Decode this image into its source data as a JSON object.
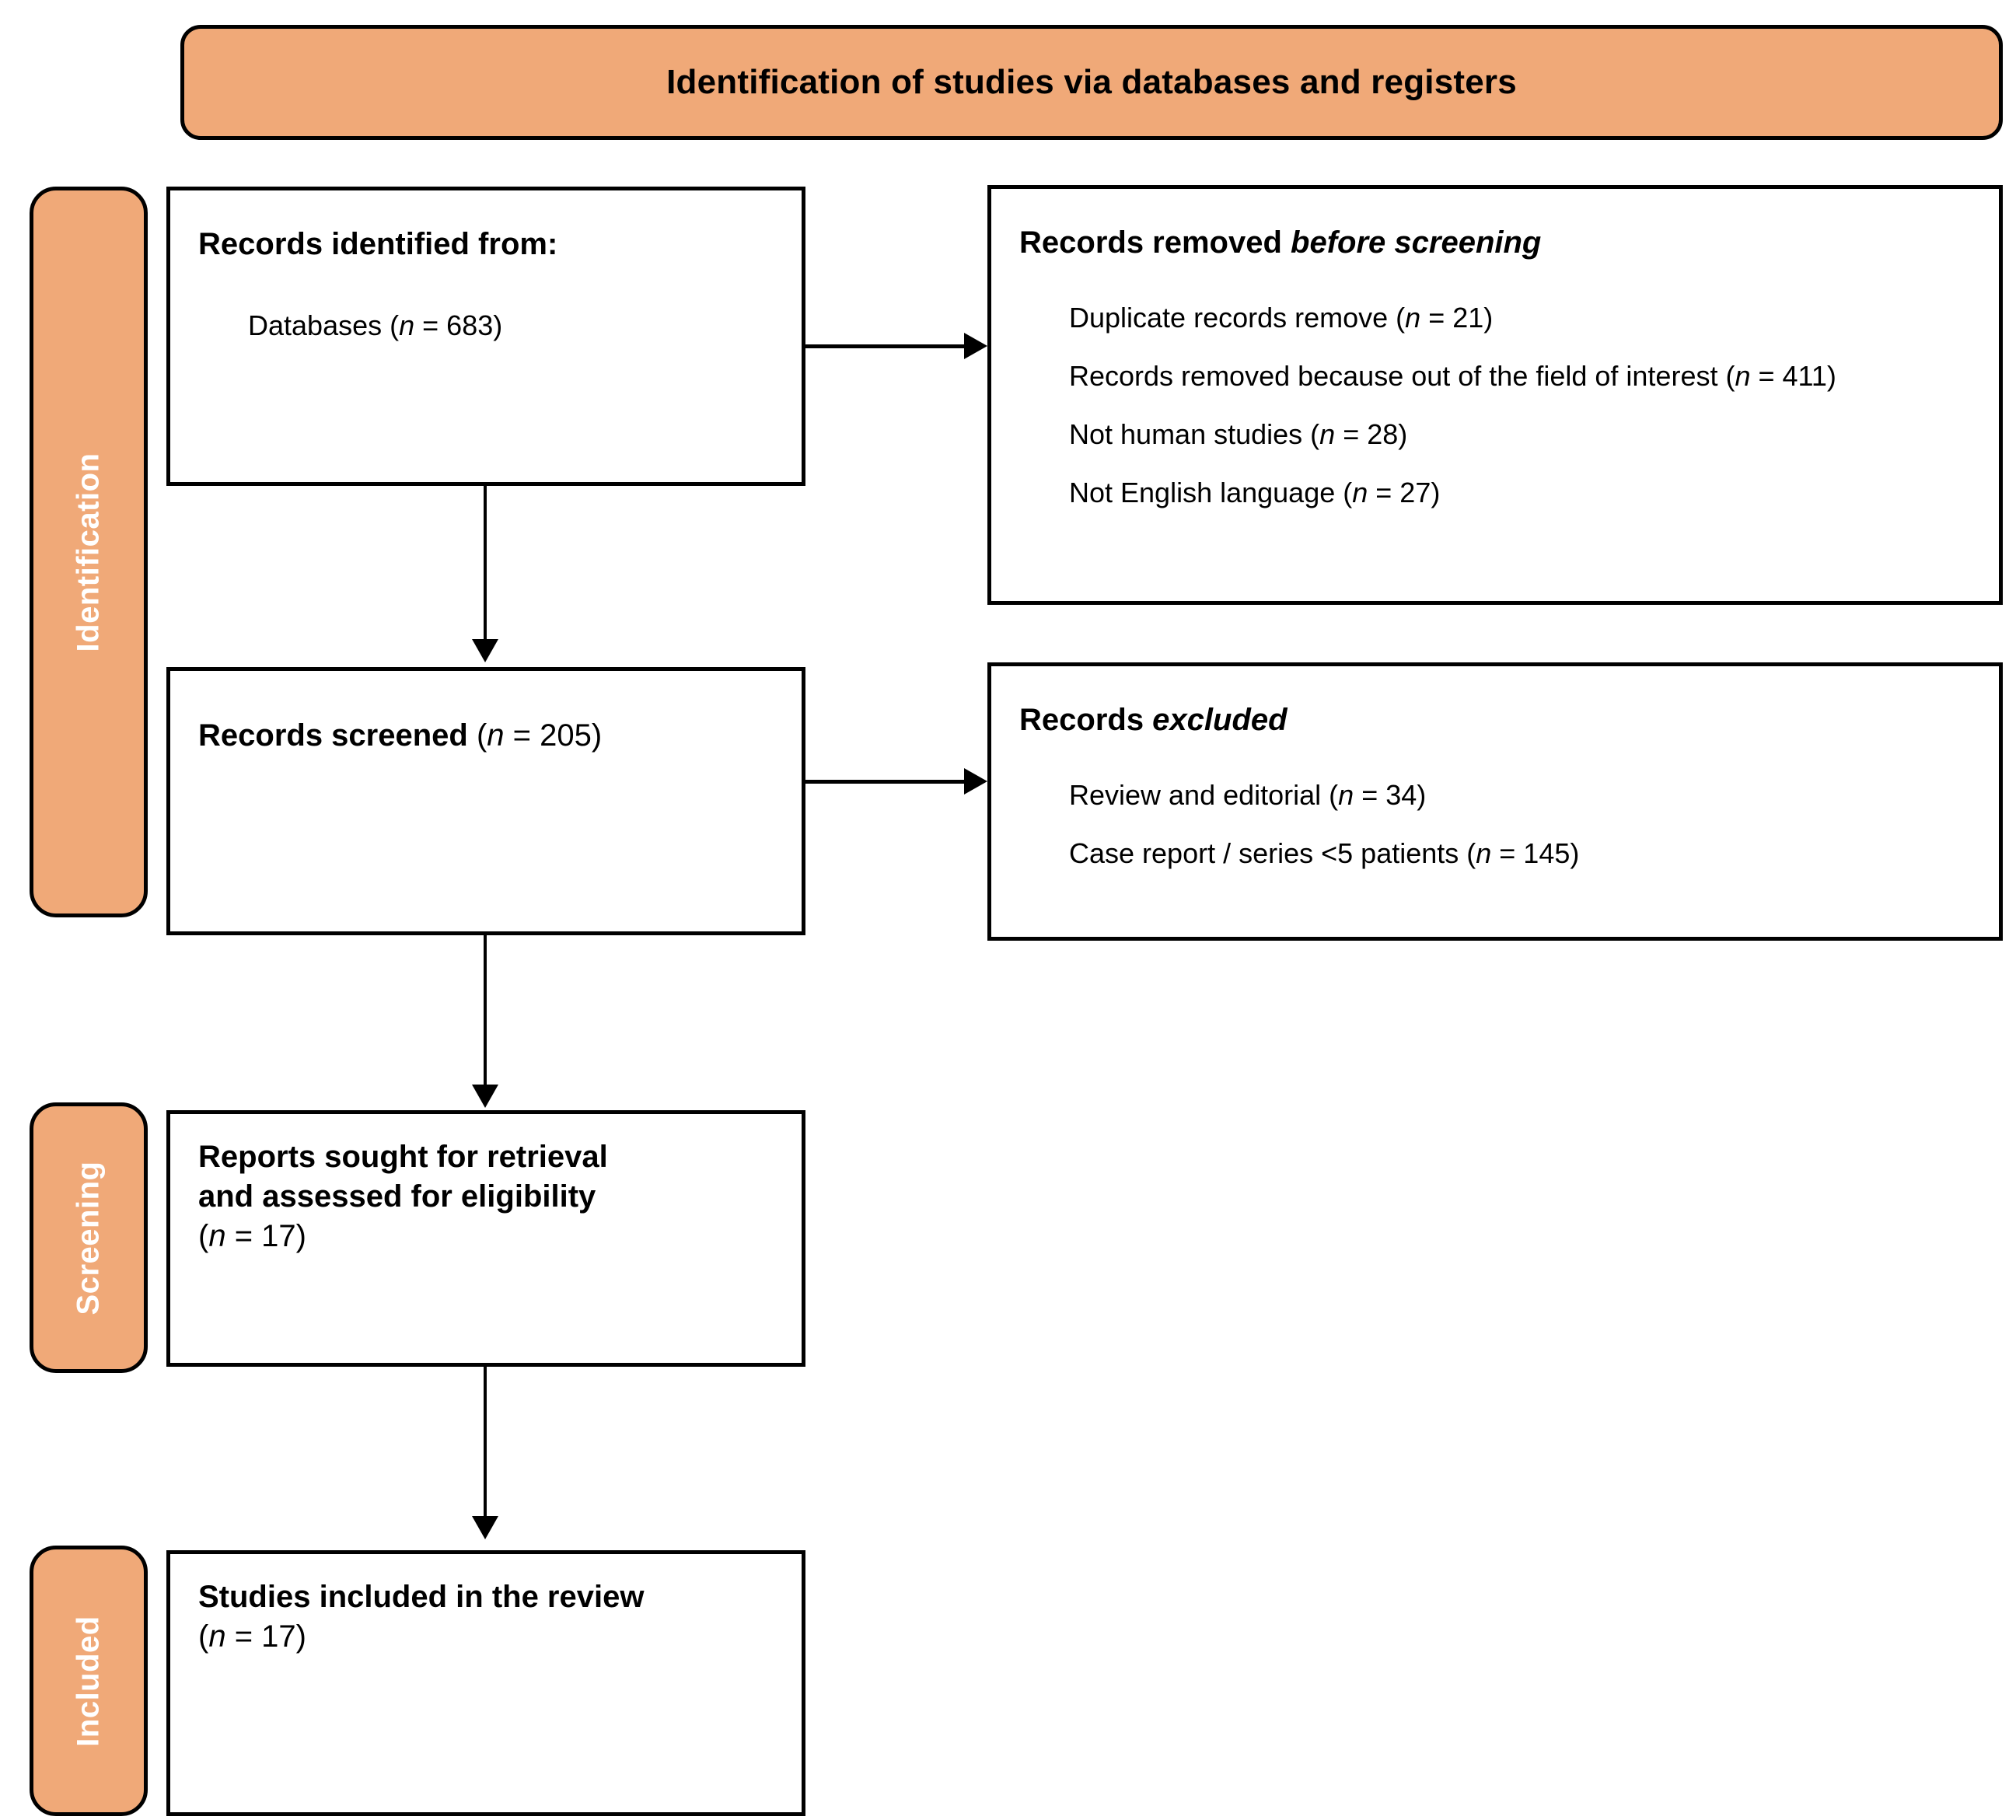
{
  "banner": {
    "title": "Identification of studies via databases and registers",
    "color": "#F0A978"
  },
  "stages": [
    {
      "label": "Identification"
    },
    {
      "label": "Screening"
    },
    {
      "label": "Included"
    }
  ],
  "boxes": {
    "identified": {
      "heading": "Records identified from:",
      "item_label": "Databases (",
      "item_n": "n",
      "item_value": " = 683)"
    },
    "removed_before_screening": {
      "heading_plain": "Records removed ",
      "heading_italic": "before screening",
      "items": [
        {
          "text_before": "Duplicate records remove (",
          "n": "n",
          "text_after": " = 21)"
        },
        {
          "text_before": "Records removed because out of the field of interest (",
          "n": "n",
          "text_after": " = 411)"
        },
        {
          "text_before": "Not human studies (",
          "n": "n",
          "text_after": " = 28)"
        },
        {
          "text_before": "Not English language (",
          "n": "n",
          "text_after": " = 27)"
        }
      ]
    },
    "screened": {
      "heading_bold": "Records screened ",
      "paren_open": "(",
      "n": "n",
      "paren_rest": " = 205)"
    },
    "records_excluded": {
      "heading_plain": "Records ",
      "heading_italic": "excluded",
      "items": [
        {
          "text_before": "Review and editorial (",
          "n": "n",
          "text_after": " = 34)"
        },
        {
          "text_before": "Case report / series <5 patients (",
          "n": "n",
          "text_after": " = 145)"
        }
      ]
    },
    "sought": {
      "line1": "Reports sought for retrieval",
      "line2": "and assessed for eligibility",
      "paren_open": "(",
      "n": "n",
      "paren_rest": " = 17)"
    },
    "included": {
      "line1": "Studies included in the review",
      "paren_open": "(",
      "n": "n",
      "paren_rest": " = 17)"
    }
  },
  "colors": {
    "accent_orange": "#F0A978",
    "line_black": "#000000",
    "box_fill": "#FFFFFF"
  }
}
